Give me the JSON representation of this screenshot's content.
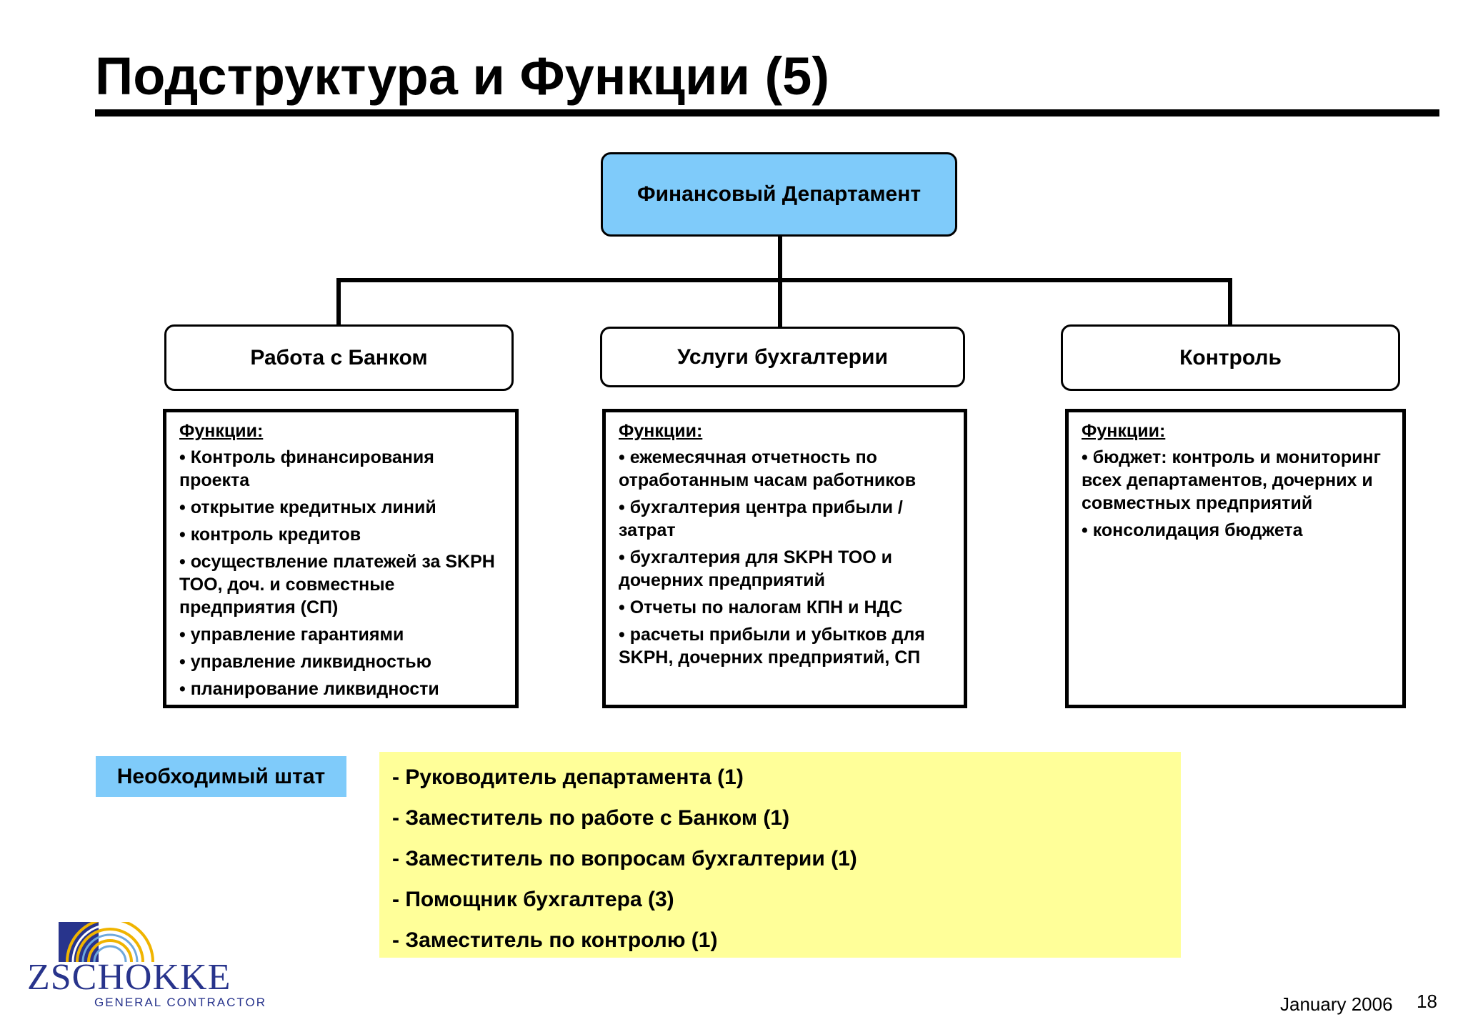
{
  "slide": {
    "title": "Подструктура и Функции (5)"
  },
  "org_chart": {
    "top": {
      "label": "Финансовый Департамент"
    },
    "units": [
      {
        "label": "Работа с Банком",
        "functions_heading": "Функции:",
        "functions": [
          "• Контроль финансирования проекта",
          "• открытие кредитных линий",
          "• контроль кредитов",
          "• осуществление платежей за SKPH ТОО, доч. и совместные предприятия (СП)",
          "• управление гарантиями",
          "• управление ликвидностью",
          "• планирование ликвидности"
        ]
      },
      {
        "label": "Услуги бухгалтерии",
        "functions_heading": "Функции:",
        "functions": [
          "• ежемесячная отчетность по отработанным часам работников",
          "• бухгалтерия центра прибыли / затрат",
          "• бухгалтерия для SKPH ТОО и дочерних предприятий",
          "• Отчеты по налогам КПН и НДС",
          "• расчеты прибыли и убытков для SKPH, дочерних предприятий, СП"
        ]
      },
      {
        "label": "Контроль",
        "functions_heading": "Функции:",
        "functions": [
          "• бюджет: контроль и мониторинг всех департаментов, дочерних и совместных предприятий",
          "• консолидация бюджета"
        ]
      }
    ]
  },
  "staffing": {
    "label": "Необходимый штат",
    "items": [
      "- Руководитель департамента (1)",
      "- Заместитель по работе с Банком (1)",
      "- Заместитель по вопросам бухгалтерии (1)",
      "- Помощник бухгалтера (3)",
      "- Заместитель по контролю (1)"
    ]
  },
  "logo": {
    "name": "ZSCHOKKE",
    "subtitle": "GENERAL CONTRACTOR"
  },
  "footer": {
    "date": "January 2006",
    "page": "18"
  },
  "colors": {
    "header_box": "#7fcbfa",
    "staff_label": "#7fcbfa",
    "staff_box": "#ffff99",
    "logo_blue": "#28348c",
    "logo_gold": "#f0b400"
  }
}
